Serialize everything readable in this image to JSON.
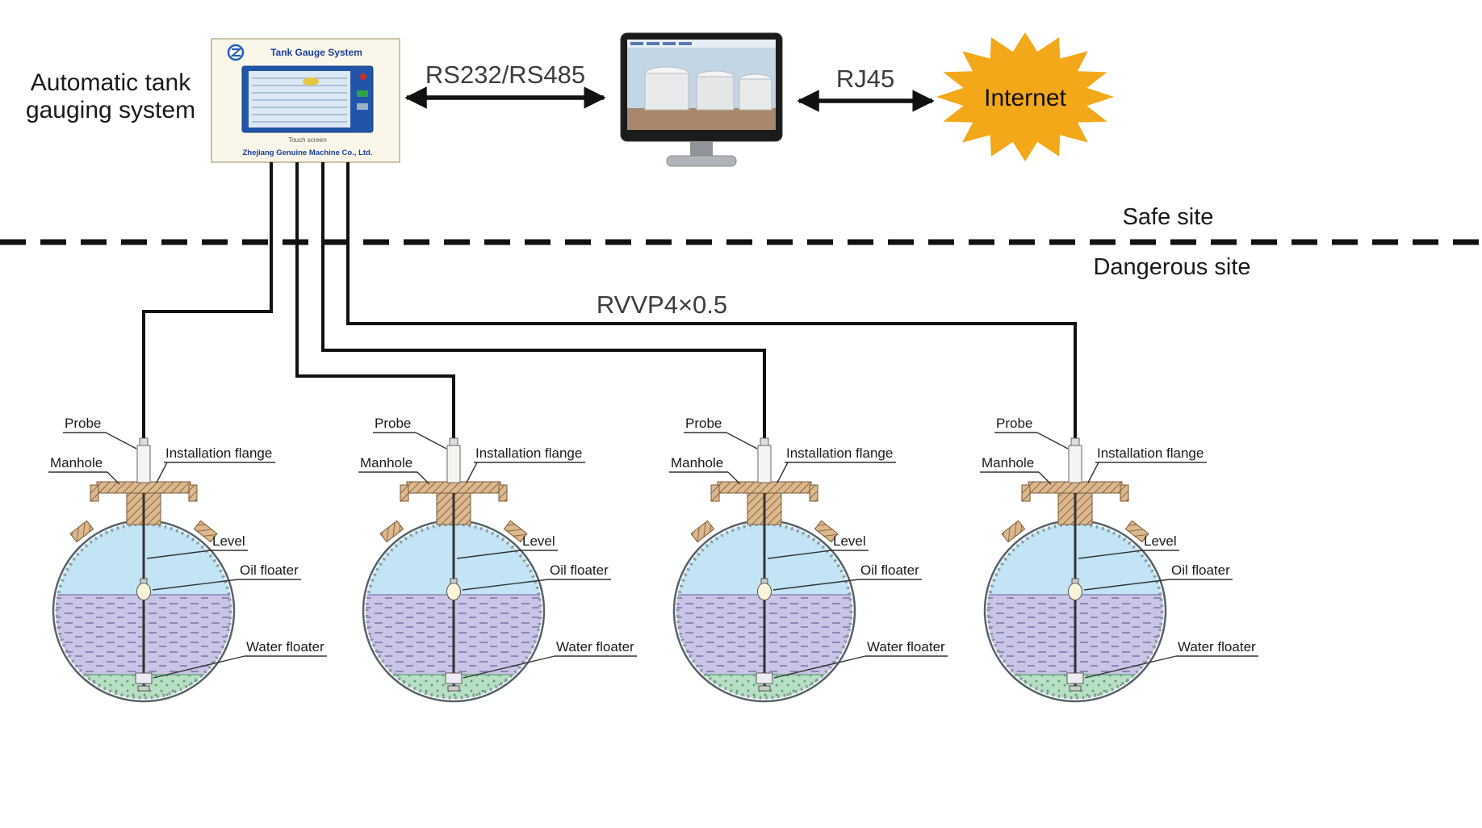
{
  "title": {
    "line1": "Automatic tank",
    "line2": "gauging system"
  },
  "device": {
    "screen_title": "Tank Gauge System",
    "touch_label": "Touch screen",
    "company": "Zhejiang Genuine Machine Co., Ltd."
  },
  "connections": {
    "serial_label": "RS232/RS485",
    "lan_label": "RJ45",
    "cable_label": "RVVP4×0.5",
    "internet_label": "Internet"
  },
  "zones": {
    "safe": "Safe site",
    "dangerous": "Dangerous site"
  },
  "tank_labels": {
    "probe": "Probe",
    "manhole": "Manhole",
    "flange": "Installation flange",
    "level": "Level",
    "oil_floater": "Oil floater",
    "water_floater": "Water floater"
  },
  "tanks": [
    {
      "id": 1
    },
    {
      "id": 2
    },
    {
      "id": 3
    },
    {
      "id": 4
    }
  ],
  "colors": {
    "internet_star": "#F2A818",
    "oil_zone": "#C2E4F4",
    "middle_zone": "#CAC4E6",
    "water_zone": "#B7DFC3",
    "flange_metal": "#DCB88E",
    "wire": "#111111"
  }
}
